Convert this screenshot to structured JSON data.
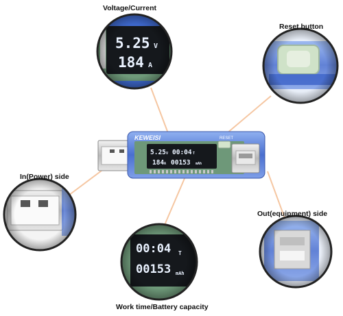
{
  "labels": {
    "voltage_current": "Voltage/Current",
    "reset_button": "Reset button",
    "in_side": "In(Power) side",
    "out_side": "Out(equipment) side",
    "work_battery": "Work time/Battery capacity"
  },
  "device": {
    "brand": "KEWEISI",
    "reset_text": "RESET",
    "voltage": "5.25",
    "voltage_unit": "V",
    "current": "184",
    "current_unit": "A",
    "time": "00:04",
    "time_unit": "T",
    "capacity": "00153",
    "capacity_unit": "mAh"
  },
  "colors": {
    "pointer": "#f3b88a",
    "lcd_bg": "#15181c",
    "case_blue": "#5a7fd6"
  }
}
